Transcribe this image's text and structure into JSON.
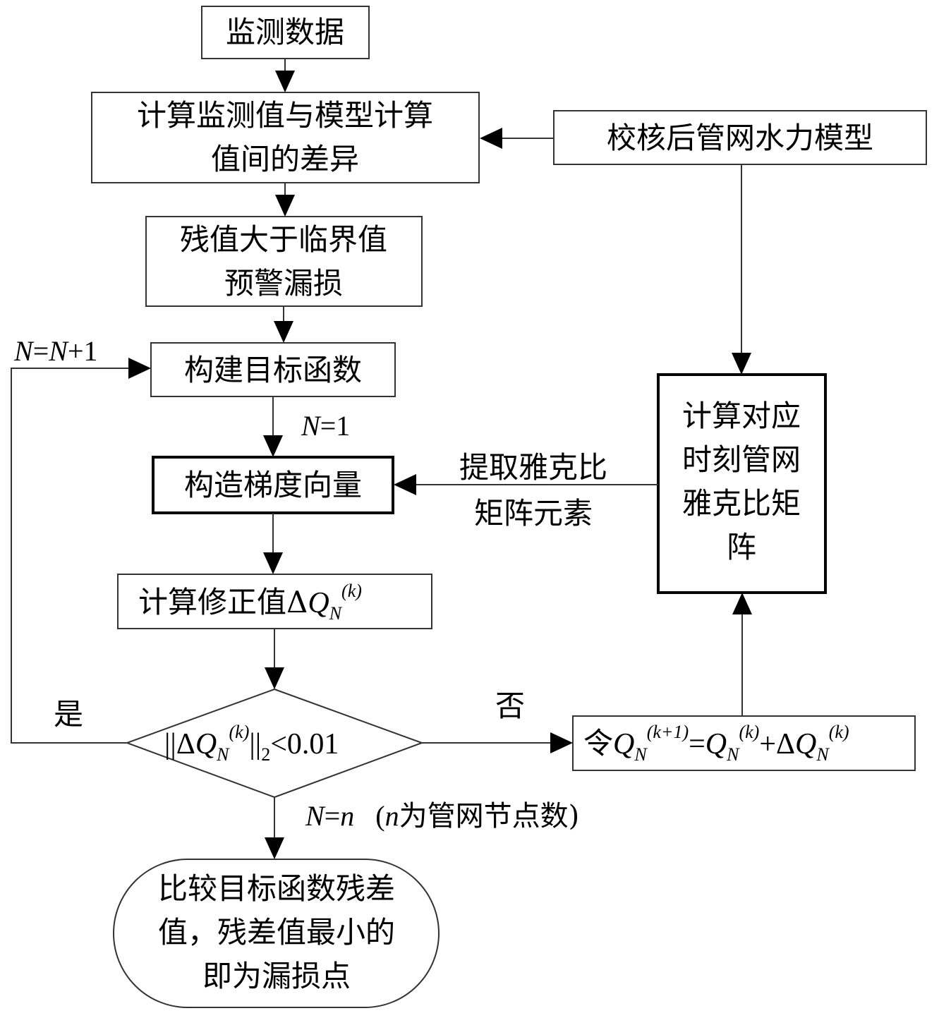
{
  "nodes": {
    "monitor_data": "监测数据",
    "calc_diff": [
      "计算监测值与模型计算",
      "值间的差异"
    ],
    "calibrated_model": "校核后管网水力模型",
    "residual_alarm": [
      "残值大于临界值",
      "预警漏损"
    ],
    "build_objective": "构建目标函数",
    "build_gradient": "构造梯度向量",
    "calc_jacobian": [
      "计算对应",
      "时刻管网",
      "雅克比矩",
      "阵"
    ],
    "calc_correction_prefix": "计算修正值Δ",
    "condition": {
      "open": "||Δ",
      "close": "||",
      "two": "2",
      "rhs": "<0.01"
    },
    "update": {
      "prefix": "令",
      "eq": "=",
      "plus": "+Δ"
    },
    "result": [
      "比较目标函数残差",
      "值，残差值最小的",
      "即为漏损点"
    ]
  },
  "labels": {
    "extract_jacobian": [
      "提取雅克比",
      "矩阵元素"
    ],
    "yes": "是",
    "no": "否",
    "loop": {
      "n": "N",
      "eq": "=",
      "n2": "N",
      "plus1": "+1"
    },
    "start": {
      "n": "N",
      "val": "=1"
    },
    "end": {
      "n": "N",
      "eq": "=",
      "nn": "n",
      "note_open": "(",
      "note_n": "n",
      "note_text": "为管网节点数)"
    }
  },
  "math": {
    "Q": "Q",
    "N": "N",
    "k": "(k)",
    "k1": "(k+1)"
  }
}
